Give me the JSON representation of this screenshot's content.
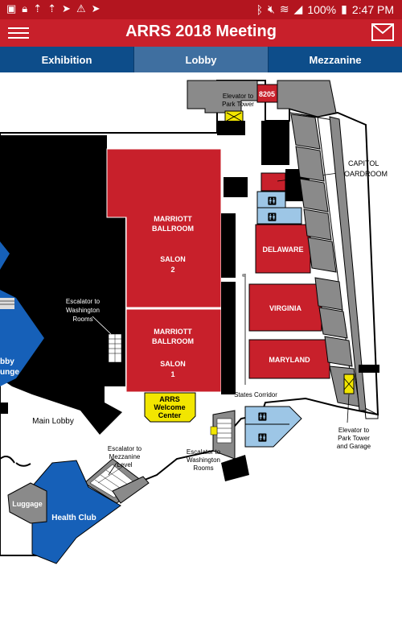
{
  "status_bar": {
    "battery": "100%",
    "time": "2:47 PM"
  },
  "app_bar": {
    "title": "ARRS 2018 Meeting",
    "menu_icon": "hamburger-icon",
    "mail_icon": "envelope-icon"
  },
  "tabs": [
    {
      "label": "Exhibition",
      "active": false
    },
    {
      "label": "Lobby",
      "active": true
    },
    {
      "label": "Mezzanine",
      "active": false
    }
  ],
  "map": {
    "colors": {
      "ballroom": "#c8202b",
      "health": "#1660b8",
      "restroom": "#9dc6e6",
      "gray": "#8a8a8a",
      "welcome": "#f2e600"
    },
    "rooms": {
      "room_8205": "8205",
      "capitol": [
        "CAPITOL",
        "BOARDROOM"
      ],
      "delaware": "DELAWARE",
      "virginia": "VIRGINIA",
      "maryland": "MARYLAND",
      "salon2": [
        "MARRIOTT",
        "BALLROOM",
        "SALON",
        "2"
      ],
      "salon1": [
        "MARRIOTT",
        "BALLROOM",
        "SALON",
        "1"
      ],
      "welcome": [
        "ARRS",
        "Welcome",
        "Center"
      ],
      "health_club": "Health Club",
      "luggage": "Luggage",
      "main_lobby": "Main Lobby",
      "lounge": [
        "bby",
        "unge"
      ]
    },
    "labels": {
      "elevator_top": [
        "Elevator to",
        "Park Tower"
      ],
      "escalator_wash_left": [
        "Escalator to",
        "Washington",
        "Rooms"
      ],
      "states_corridor": "States Corridor",
      "elevator_right": [
        "Elevator to",
        "Park Tower",
        "and Garage"
      ],
      "escalator_mezz": [
        "Escalator to",
        "Mezzanine",
        "Level"
      ],
      "escalator_wash_bottom": [
        "Escalator to",
        "Washington",
        "Rooms"
      ]
    }
  }
}
